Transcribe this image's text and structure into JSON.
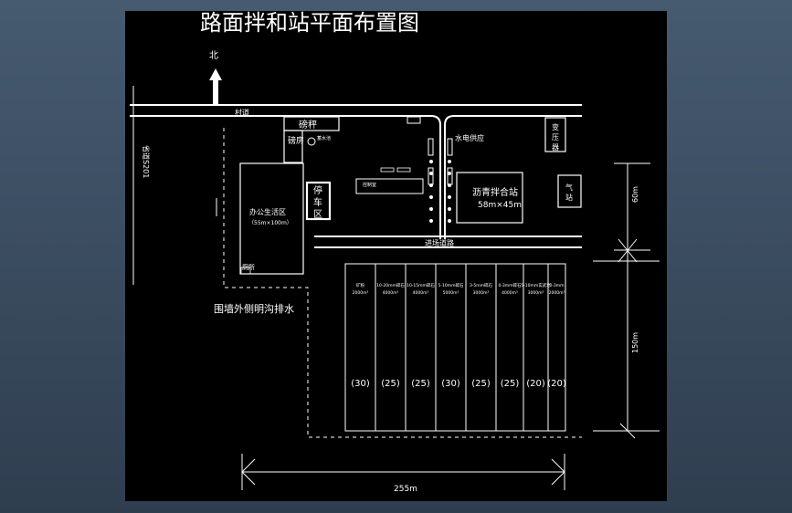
{
  "title": "路面拌和站平面布置图",
  "north": "北",
  "road_top": "村道",
  "road_side": "省道S201",
  "scale_room": "磅秤",
  "scale_house": "磅房",
  "small_label_a": "厕所",
  "water_tank": "蓄水池",
  "control_room": "控制室",
  "supply_label": "水电供应",
  "parking": "停车区",
  "office": "办公生活区",
  "office_size": "（55m×100m）",
  "toilet": "厕所",
  "asphalt_plant": "沥青拌合站",
  "asphalt_size": "58m×45m",
  "substation": "变压器",
  "gas": "气站",
  "entrance_road": "进场道路",
  "drain": "围墙外侧明沟排水",
  "dim_60": "60m",
  "dim_150": "150m",
  "dim_255": "255m",
  "stockpiles": [
    {
      "label": "矿粉",
      "sub": "2000m³",
      "cap": "(30)"
    },
    {
      "label": "10-20mm碎石",
      "sub": "4000m³",
      "cap": "(25)"
    },
    {
      "label": "10-15mm碎石",
      "sub": "4000m³",
      "cap": "(25)"
    },
    {
      "label": "5-10mm碎石",
      "sub": "5000m³",
      "cap": "(30)"
    },
    {
      "label": "3-5mm碎石",
      "sub": "3000m³",
      "cap": "(25)"
    },
    {
      "label": "0-3mm碎石",
      "sub": "4000m³",
      "cap": "(25)"
    },
    {
      "label": "5-10mm玄武岩",
      "sub": "3000m³",
      "cap": "(20)"
    },
    {
      "label": "0-3mm",
      "sub": "2000m³",
      "cap": "(20)"
    }
  ]
}
